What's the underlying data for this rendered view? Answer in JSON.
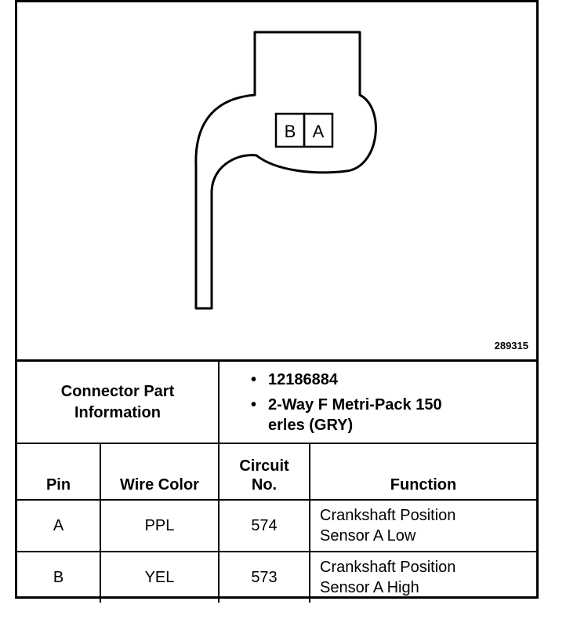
{
  "figure": {
    "number": "289315",
    "cavity_labels": [
      "B",
      "A"
    ]
  },
  "connector_info": {
    "label_line1": "Connector Part",
    "label_line2": "Information",
    "bullet": "•",
    "part_number": "12186884",
    "description_line1": "2-Way F Metri-Pack 150",
    "description_line2": "erles (GRY)"
  },
  "table": {
    "headers": {
      "pin": "Pin",
      "wire_color": "Wire Color",
      "circuit_line1": "Circuit",
      "circuit_line2": "No.",
      "function": "Function"
    },
    "rows": [
      {
        "pin": "A",
        "wire_color": "PPL",
        "circuit": "574",
        "function_line1": "Crankshaft Position",
        "function_line2": "Sensor A Low"
      },
      {
        "pin": "B",
        "wire_color": "YEL",
        "circuit": "573",
        "function_line1": "Crankshaft Position",
        "function_line2": "Sensor A High"
      }
    ]
  }
}
